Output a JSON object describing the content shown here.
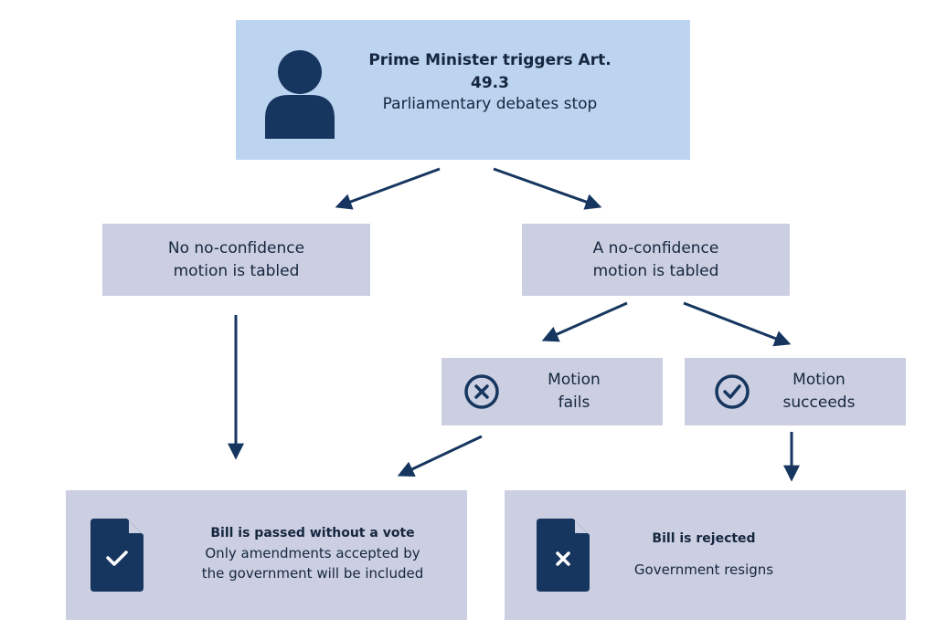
{
  "top": {
    "title": "Prime Minister triggers Art. 49.3",
    "subtitle": "Parliamentary debates stop"
  },
  "no_motion": {
    "line1": "No no-confidence",
    "line2": "motion is tabled"
  },
  "motion": {
    "line1": "A no-confidence",
    "line2": "motion is tabled"
  },
  "fails": {
    "line1": "Motion",
    "line2": "fails"
  },
  "succeeds": {
    "line1": "Motion",
    "line2": "succeeds"
  },
  "passed": {
    "title": "Bill is passed without a vote",
    "line1": "Only amendments accepted by",
    "line2": "the government will be included"
  },
  "rejected": {
    "title": "Bill is rejected",
    "subtitle": "Government resigns"
  },
  "colors": {
    "navy": "#16365f",
    "light_blue": "#bcd4ef",
    "gray_blue": "#cbcfe1"
  }
}
